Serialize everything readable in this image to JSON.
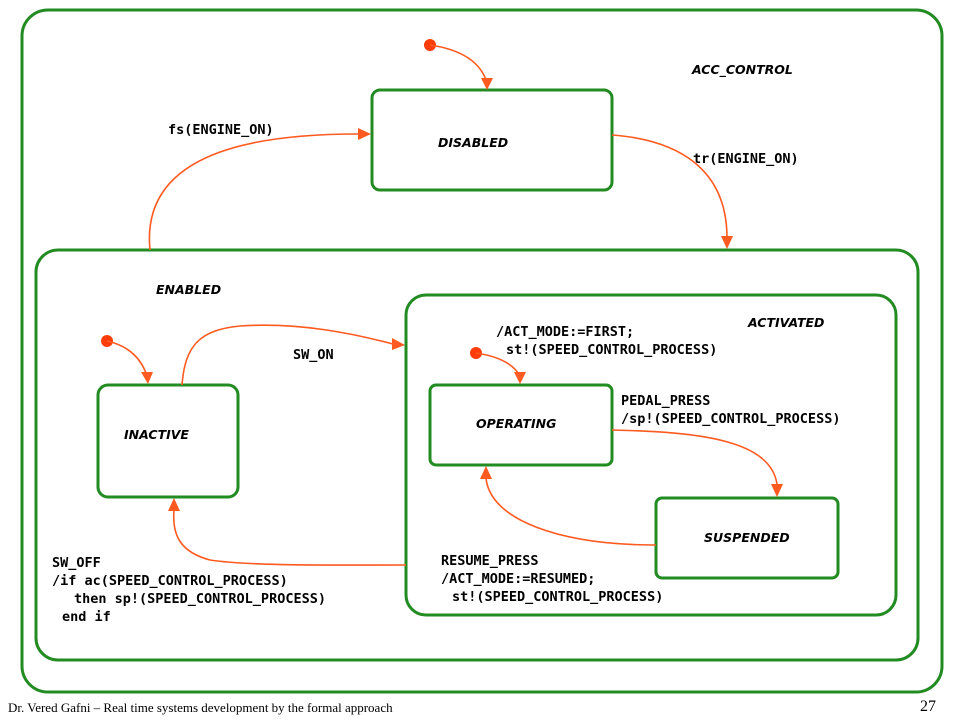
{
  "states": {
    "acc_control": "ACC_CONTROL",
    "disabled": "DISABLED",
    "enabled": "ENABLED",
    "inactive": "INACTIVE",
    "activated": "ACTIVATED",
    "operating": "OPERATING",
    "suspended": "SUSPENDED"
  },
  "transitions": {
    "fs_engine_on": "fs(ENGINE_ON)",
    "tr_engine_on": "tr(ENGINE_ON)",
    "sw_on": "SW_ON",
    "activated_entry": [
      "/ACT_MODE:=FIRST;",
      "st!(SPEED_CONTROL_PROCESS)"
    ],
    "pedal_press": [
      "PEDAL_PRESS",
      "/sp!(SPEED_CONTROL_PROCESS)"
    ],
    "resume_press": [
      "RESUME_PRESS",
      "/ACT_MODE:=RESUMED;",
      "st!(SPEED_CONTROL_PROCESS)"
    ],
    "sw_off": [
      "SW_OFF",
      "/if ac(SPEED_CONTROL_PROCESS)",
      "then sp!(SPEED_CONTROL_PROCESS)",
      "end if"
    ]
  },
  "footer": {
    "credit": "Dr. Vered Gafni – Real time systems development by the formal approach",
    "page_number": "27"
  },
  "colors": {
    "state_border": "#228b22",
    "transition": "#ff5a1f"
  }
}
